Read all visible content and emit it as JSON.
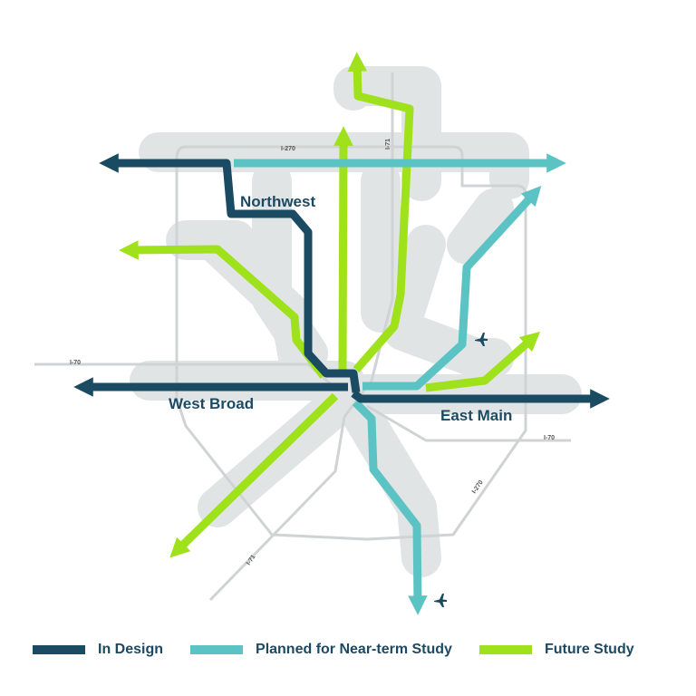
{
  "colors": {
    "in_design": "#1b4a63",
    "near_term": "#5cc3c5",
    "future": "#9fe11a",
    "corridor_bg": "#e1e4e5",
    "highway": "#cfd3d4",
    "text": "#1d4a63"
  },
  "corridors": {
    "northwest": "Northwest",
    "west_broad": "West Broad",
    "east_main": "East Main"
  },
  "highways": {
    "i270_north": "I-270",
    "i71_north": "I-71",
    "i70_west": "I-70",
    "i70_east": "I-70",
    "i270_southeast": "I-270",
    "i71_south": "I-71"
  },
  "icons": {
    "airport_1": "airplane-icon",
    "airport_2": "airplane-icon"
  },
  "legend": [
    {
      "label": "In Design",
      "color": "#1b4a63"
    },
    {
      "label": "Planned for Near-term Study",
      "color": "#5cc3c5"
    },
    {
      "label": "Future Study",
      "color": "#9fe11a"
    }
  ]
}
